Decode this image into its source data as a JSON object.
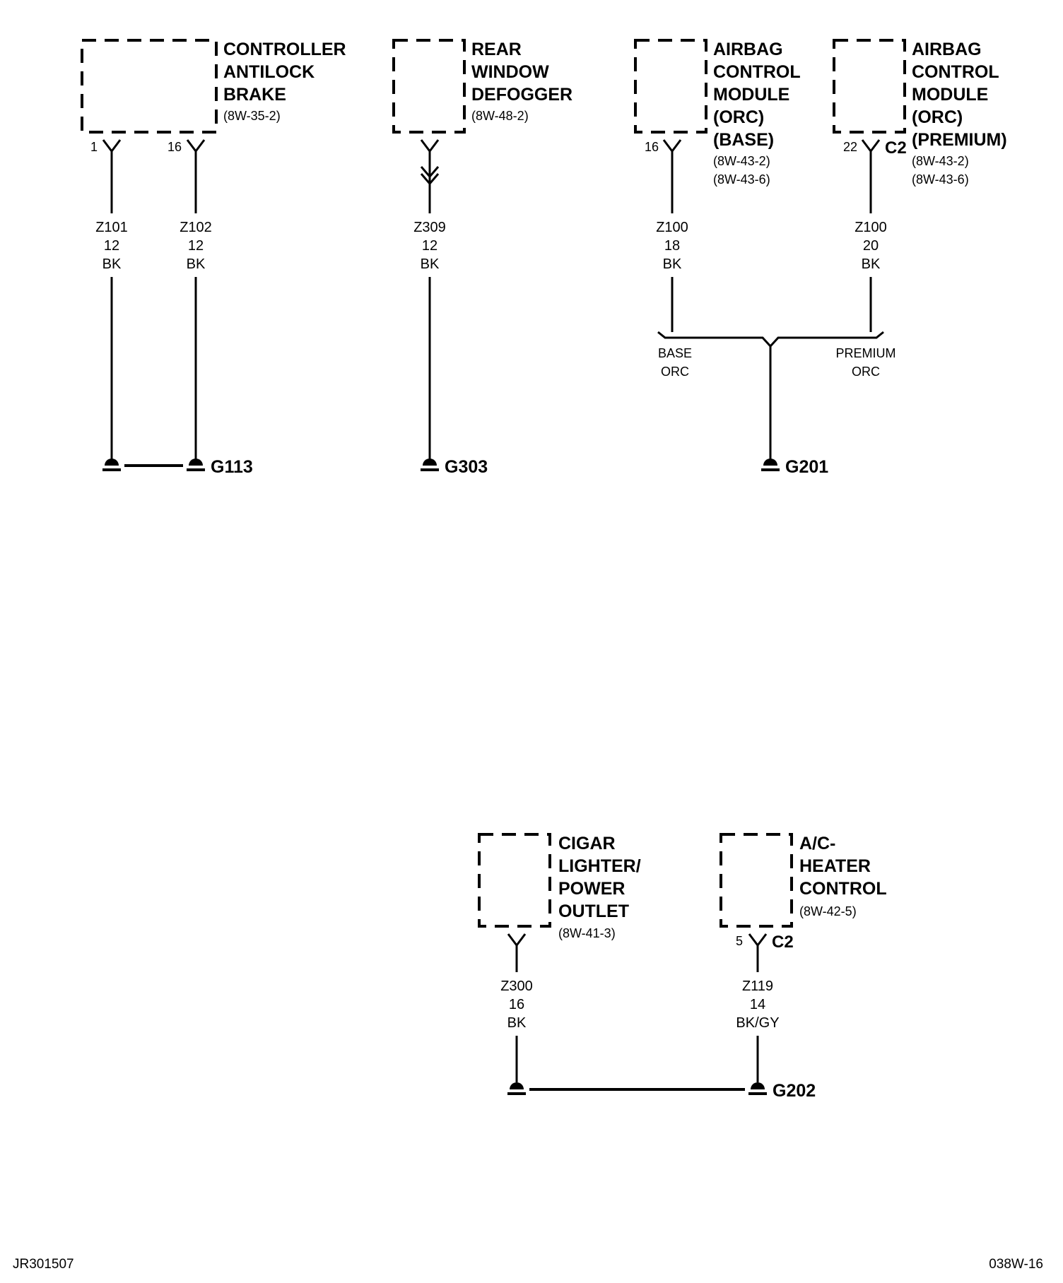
{
  "components": {
    "abs": {
      "lines": [
        "CONTROLLER",
        "ANTILOCK",
        "BRAKE"
      ],
      "ref": "(8W-35-2)"
    },
    "defogger": {
      "lines": [
        "REAR",
        "WINDOW",
        "DEFOGGER"
      ],
      "ref": "(8W-48-2)"
    },
    "acm_base": {
      "lines": [
        "AIRBAG",
        "CONTROL",
        "MODULE",
        "(ORC)",
        "(BASE)"
      ],
      "refs": [
        "(8W-43-2)",
        "(8W-43-6)"
      ]
    },
    "acm_premium": {
      "lines": [
        "AIRBAG",
        "CONTROL",
        "MODULE",
        "(ORC)",
        "(PREMIUM)"
      ],
      "refs": [
        "(8W-43-2)",
        "(8W-43-6)"
      ]
    },
    "cigar": {
      "lines": [
        "CIGAR",
        "LIGHTER/",
        "POWER",
        "OUTLET"
      ],
      "ref": "(8W-41-3)"
    },
    "hvac": {
      "lines": [
        "A/C-",
        "HEATER",
        "CONTROL"
      ],
      "ref": "(8W-42-5)"
    }
  },
  "pins": {
    "abs_1": "1",
    "abs_16": "16",
    "acm_base_16": "16",
    "acm_premium_22": "22",
    "acm_premium_conn": "C2",
    "hvac_5": "5",
    "hvac_conn": "C2"
  },
  "wires": {
    "z101": [
      "Z101",
      "12",
      "BK"
    ],
    "z102": [
      "Z102",
      "12",
      "BK"
    ],
    "z309": [
      "Z309",
      "12",
      "BK"
    ],
    "z100_base": [
      "Z100",
      "18",
      "BK"
    ],
    "z100_premium": [
      "Z100",
      "20",
      "BK"
    ],
    "z300": [
      "Z300",
      "16",
      "BK"
    ],
    "z119": [
      "Z119",
      "14",
      "BK/GY"
    ]
  },
  "options": {
    "base": [
      "BASE",
      "ORC"
    ],
    "premium": [
      "PREMIUM",
      "ORC"
    ]
  },
  "grounds": {
    "g113": "G113",
    "g303": "G303",
    "g201": "G201",
    "g202": "G202"
  },
  "footer": {
    "left": "JR301507",
    "right": "038W-16"
  }
}
